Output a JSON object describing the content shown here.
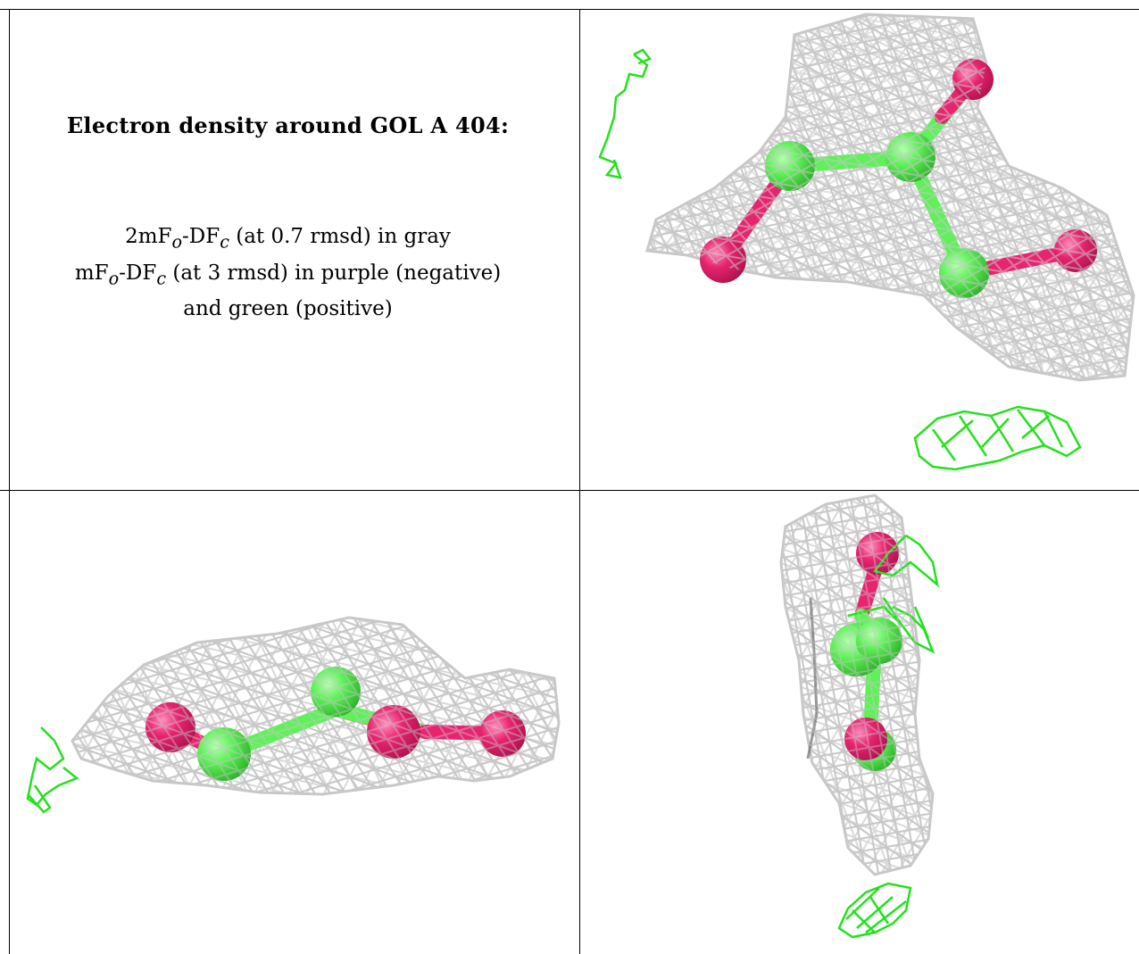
{
  "caption": {
    "title": "Electron density around GOL A 404:",
    "line1": {
      "a": "2mF",
      "sub1": "o",
      "b": "-DF",
      "sub2": "c",
      "c": " (at 0.7 rmsd) in gray"
    },
    "line2": {
      "a": "mF",
      "sub1": "o",
      "b": "-DF",
      "sub2": "c",
      "c": " (at 3 rmsd) in purple (negative)"
    },
    "line3": "and green (positive)"
  },
  "colors": {
    "mesh_gray": "#c8c8c8",
    "diff_positive": "#22e21c",
    "oxygen": "#e8246f",
    "carbon": "#5ff05a"
  },
  "panels": [
    {
      "name": "view-top-right"
    },
    {
      "name": "view-bottom-left"
    },
    {
      "name": "view-bottom-right"
    }
  ]
}
